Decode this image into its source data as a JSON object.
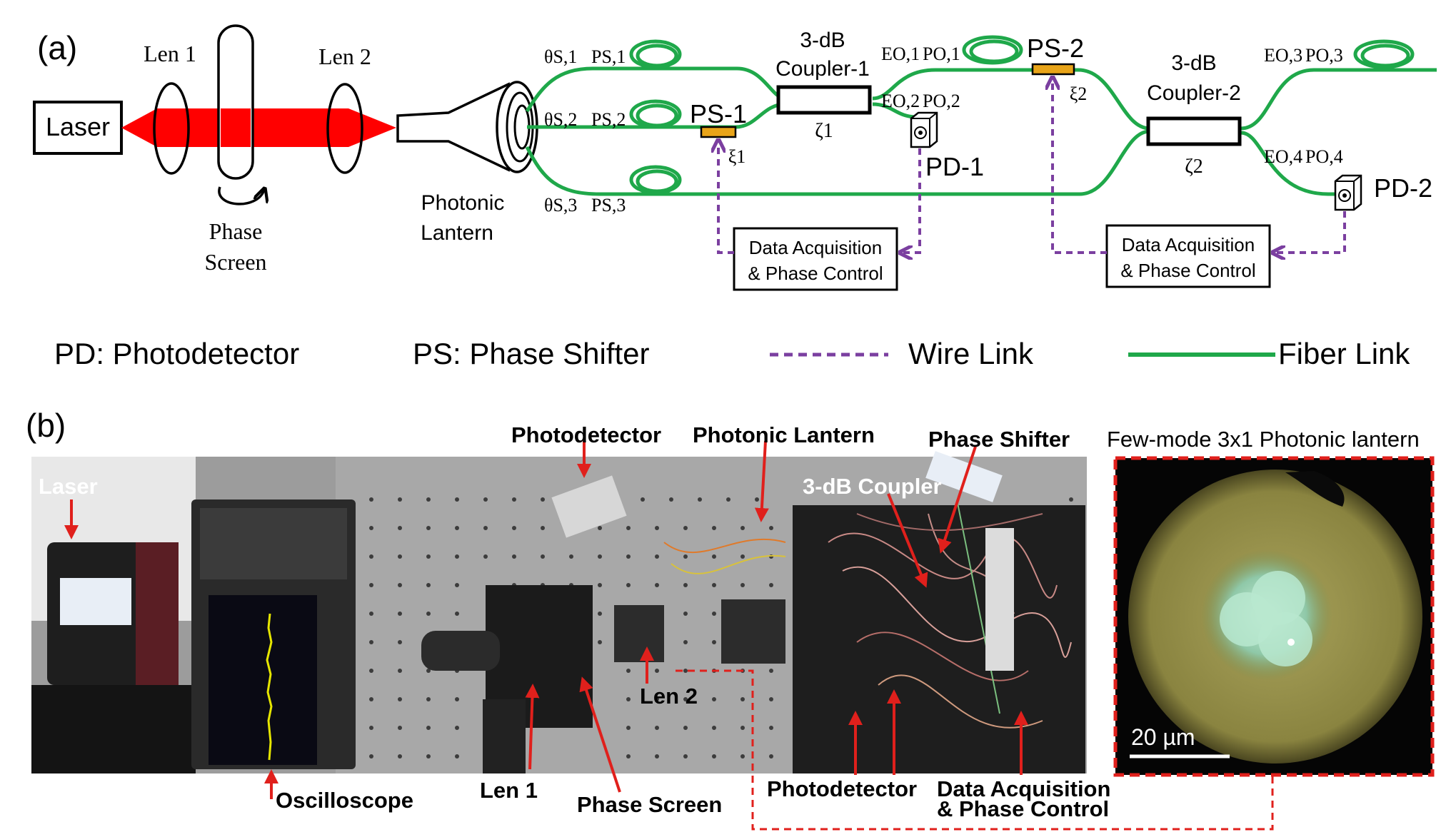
{
  "panel_a": {
    "label": "(a)",
    "laser": "Laser",
    "len1": "Len 1",
    "len2": "Len 2",
    "phase_screen_1": "Phase",
    "phase_screen_2": "Screen",
    "lantern_1": "Photonic",
    "lantern_2": "Lantern",
    "port_labels": {
      "s1_theta": "θS,1",
      "s1_p": "PS,1",
      "s2_theta": "θS,2",
      "s2_p": "PS,2",
      "s3_theta": "θS,3",
      "s3_p": "PS,3",
      "o1_e": "EO,1",
      "o1_p": "PO,1",
      "o2_e": "EO,2",
      "o2_p": "PO,2",
      "o3_e": "EO,3",
      "o3_p": "PO,3",
      "o4_e": "EO,4",
      "o4_p": "PO,4"
    },
    "ps1": "PS-1",
    "ps2": "PS-2",
    "xi1": "ξ1",
    "xi2": "ξ2",
    "coupler1_1": "3-dB",
    "coupler1_2": "Coupler-1",
    "coupler2_1": "3-dB",
    "coupler2_2": "Coupler-2",
    "zeta1": "ζ1",
    "zeta2": "ζ2",
    "pd1": "PD-1",
    "pd2": "PD-2",
    "daq1_1": "Data Acquisition",
    "daq1_2": "& Phase Control",
    "daq2_1": "Data Acquisition",
    "daq2_2": "& Phase Control"
  },
  "legend": {
    "pd": "PD: Photodetector",
    "ps": "PS: Phase Shifter",
    "wire": "Wire Link",
    "fiber": "Fiber Link"
  },
  "panel_b": {
    "label": "(b)",
    "laser": "Laser",
    "photodetector_top": "Photodetector",
    "photonic_lantern": "Photonic Lantern",
    "phase_shifter": "Phase Shifter",
    "coupler": "3-dB Coupler",
    "len2": "Len 2",
    "len1": "Len 1",
    "phase_screen": "Phase Screen",
    "oscilloscope": "Oscilloscope",
    "photodetector_bottom": "Photodetector",
    "daq_1": "Data Acquisition",
    "daq_2": "& Phase Control",
    "inset_title": "Few-mode 3x1 Photonic lantern",
    "scale_bar": "20 µm"
  },
  "colors": {
    "fiber": "#1fa84a",
    "wire": "#7b3fa0",
    "beam": "#ff0000",
    "shifter": "#e8a419",
    "annotation": "#e0201c"
  }
}
